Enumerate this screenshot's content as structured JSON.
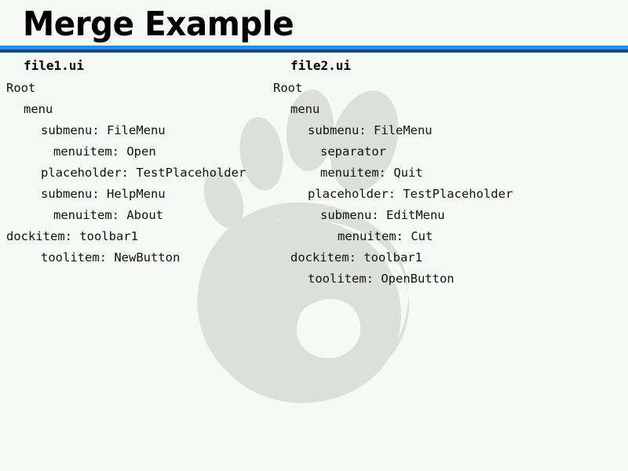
{
  "header": {
    "title": "Merge Example",
    "rule_color_light": "#2e8ae6",
    "rule_color_dark": "#1b4a77"
  },
  "theme": {
    "background": "#f5faf6",
    "text": "#111111",
    "watermark": "#dcdfda",
    "watermark_icon": "gnome-foot"
  },
  "columns": [
    {
      "id": "left",
      "filename": "file1.ui",
      "nodes": [
        {
          "label": "Root",
          "indent": 0
        },
        {
          "label": "menu",
          "indent": 1
        },
        {
          "label": "submenu: FileMenu",
          "indent": 2
        },
        {
          "label": "menuitem: Open",
          "indent": 3
        },
        {
          "label": "placeholder: TestPlaceholder",
          "indent": 2
        },
        {
          "label": "submenu: HelpMenu",
          "indent": 2
        },
        {
          "label": "menuitem: About",
          "indent": 3
        },
        {
          "label": "dockitem: toolbar1",
          "indent": 0
        },
        {
          "label": "toolitem: NewButton",
          "indent": 2
        }
      ]
    },
    {
      "id": "right",
      "filename": "file2.ui",
      "nodes": [
        {
          "label": "Root",
          "indent": 0
        },
        {
          "label": "menu",
          "indent": 1
        },
        {
          "label": "submenu: FileMenu",
          "indent": 2
        },
        {
          "label": "separator",
          "indent": 3
        },
        {
          "label": "menuitem: Quit",
          "indent": 3
        },
        {
          "label": "placeholder: TestPlaceholder",
          "indent": 2
        },
        {
          "label": "submenu: EditMenu",
          "indent": 3
        },
        {
          "label": "menuitem: Cut",
          "indent": 4
        },
        {
          "label": "dockitem: toolbar1",
          "indent": 1
        },
        {
          "label": "toolitem: OpenButton",
          "indent": 2
        }
      ]
    }
  ]
}
